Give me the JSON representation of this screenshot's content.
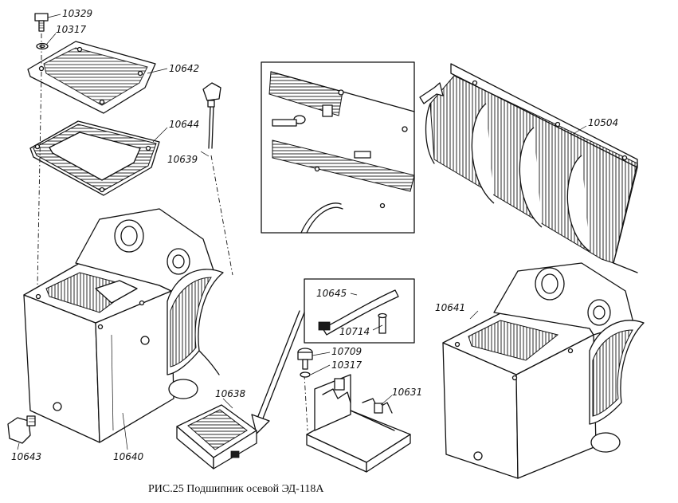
{
  "caption": "РИС.25 Подшипник осевой ЭД-118А",
  "labels": {
    "p10329": "10329",
    "p10317a": "10317",
    "p10642": "10642",
    "p10644": "10644",
    "p10639": "10639",
    "p10504": "10504",
    "p10645": "10645",
    "p10714": "10714",
    "p10709": "10709",
    "p10317b": "10317",
    "p10638": "10638",
    "p10631": "10631",
    "p10641": "10641",
    "p10643": "10643",
    "p10640": "10640"
  }
}
